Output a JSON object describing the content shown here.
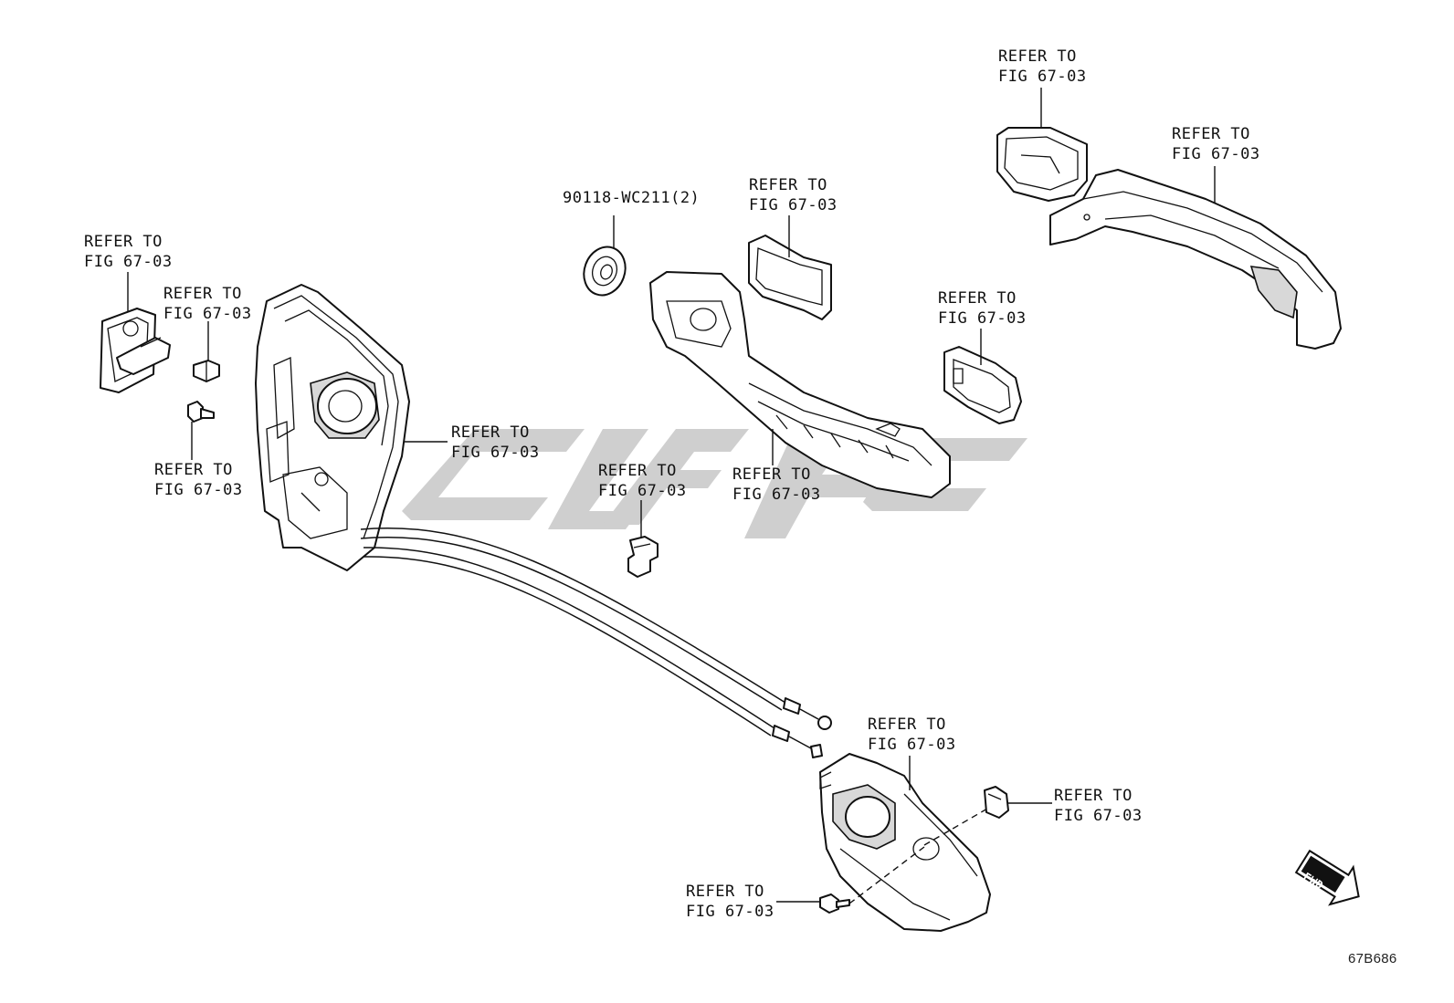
{
  "diagram_title": "",
  "watermark": "",
  "fig_code": "67B686",
  "fwd_label": "FWD",
  "callouts": {
    "striker": [
      "REFER TO",
      "FIG 67-03"
    ],
    "screw_top": [
      "REFER TO",
      "FIG 67-03"
    ],
    "screw_bottom": [
      "REFER TO",
      "FIG 67-03"
    ],
    "lock_assembly": [
      "REFER TO",
      "FIG 67-03"
    ],
    "grommet_part": "90118-WC211(2)",
    "pad_front": [
      "REFER TO",
      "FIG 67-03"
    ],
    "handle_frame": [
      "REFER TO",
      "FIG 67-03"
    ],
    "clip": [
      "REFER TO",
      "FIG 67-03"
    ],
    "cover_top": [
      "REFER TO",
      "FIG 67-03"
    ],
    "outer_handle": [
      "REFER TO",
      "FIG 67-03"
    ],
    "pad_rear": [
      "REFER TO",
      "FIG 67-03"
    ],
    "inner_handle": [
      "REFER TO",
      "FIG 67-03"
    ],
    "inner_cap": [
      "REFER TO",
      "FIG 67-03"
    ],
    "inner_screw": [
      "REFER TO",
      "FIG 67-03"
    ]
  },
  "colors": {
    "line": "#111111",
    "watermark": "#cfcfcf",
    "background": "#ffffff"
  }
}
